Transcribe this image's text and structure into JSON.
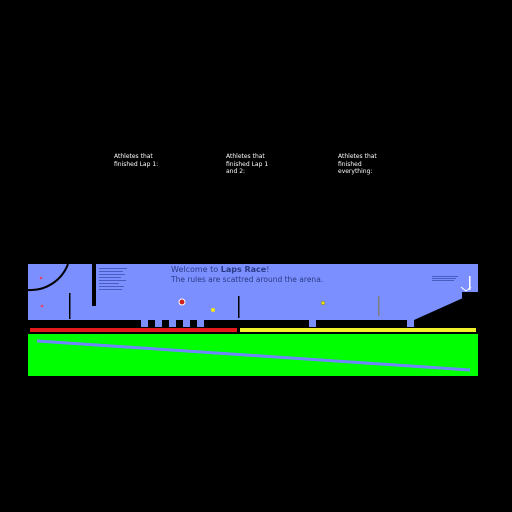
{
  "scoreboard": {
    "lap1_label": "Athletes that finished Lap 1:",
    "lap12_label": "Athletes that finished Lap 1 and 2:",
    "all_label": "Athletes that finished everything:"
  },
  "arena": {
    "welcome_prefix": "Welcome to ",
    "game_name": "Laps Race",
    "welcome_suffix": "!",
    "subtitle": "The rules are scattred around the arena."
  },
  "colors": {
    "background": "#000000",
    "arena": "#7b8fff",
    "grass": "#00ff00",
    "red_track": "#e31b1b",
    "yellow_track": "#f2f22a",
    "diagonal_line": "#6f86ff",
    "text": "#2b3a86"
  }
}
